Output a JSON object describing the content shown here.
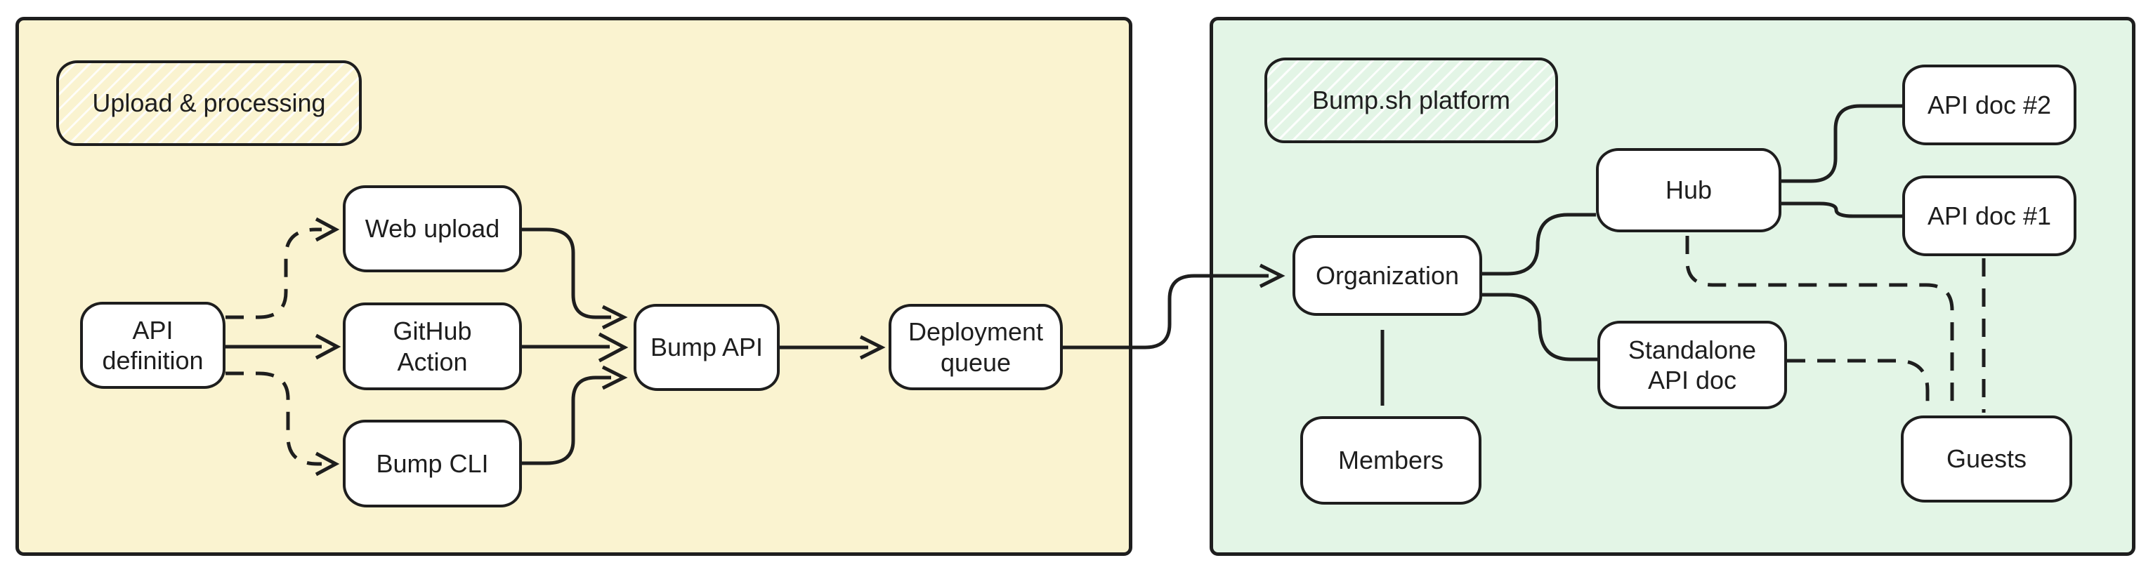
{
  "diagram": {
    "panels": {
      "upload": {
        "label": "Upload & processing"
      },
      "platform": {
        "label": "Bump.sh platform"
      }
    },
    "nodes": {
      "api_definition": {
        "label": "API definition"
      },
      "web_upload": {
        "label": "Web upload"
      },
      "github_action": {
        "label": "GitHub Action"
      },
      "bump_cli": {
        "label": "Bump CLI"
      },
      "bump_api": {
        "label": "Bump API"
      },
      "deployment_queue": {
        "label": "Deployment queue"
      },
      "organization": {
        "label": "Organization"
      },
      "members": {
        "label": "Members"
      },
      "hub": {
        "label": "Hub"
      },
      "api_doc_2": {
        "label": "API doc #2"
      },
      "api_doc_1": {
        "label": "API doc #1"
      },
      "standalone_api_doc": {
        "label": "Standalone API doc"
      },
      "guests": {
        "label": "Guests"
      }
    },
    "edges": [
      {
        "from": "api_definition",
        "to": "web_upload",
        "style": "dashed",
        "arrow": true
      },
      {
        "from": "api_definition",
        "to": "github_action",
        "style": "solid",
        "arrow": true
      },
      {
        "from": "api_definition",
        "to": "bump_cli",
        "style": "dashed",
        "arrow": true
      },
      {
        "from": "web_upload",
        "to": "bump_api",
        "style": "solid",
        "arrow": true
      },
      {
        "from": "github_action",
        "to": "bump_api",
        "style": "solid",
        "arrow": true
      },
      {
        "from": "bump_cli",
        "to": "bump_api",
        "style": "solid",
        "arrow": true
      },
      {
        "from": "bump_api",
        "to": "deployment_queue",
        "style": "solid",
        "arrow": true
      },
      {
        "from": "deployment_queue",
        "to": "organization",
        "style": "solid",
        "arrow": true
      },
      {
        "from": "organization",
        "to": "hub",
        "style": "solid",
        "arrow": false
      },
      {
        "from": "organization",
        "to": "standalone_api_doc",
        "style": "solid",
        "arrow": false
      },
      {
        "from": "organization",
        "to": "members",
        "style": "solid",
        "arrow": false
      },
      {
        "from": "hub",
        "to": "api_doc_2",
        "style": "solid",
        "arrow": false
      },
      {
        "from": "hub",
        "to": "api_doc_1",
        "style": "solid",
        "arrow": false
      },
      {
        "from": "hub",
        "to": "guests",
        "style": "dashed",
        "arrow": false
      },
      {
        "from": "standalone_api_doc",
        "to": "guests",
        "style": "dashed",
        "arrow": false
      },
      {
        "from": "api_doc_1",
        "to": "guests",
        "style": "dashed",
        "arrow": false
      }
    ],
    "colors": {
      "upload_zone_fill": "#faf3d0",
      "platform_zone_fill": "#e3f5e6",
      "stroke": "#1e1e1e",
      "node_fill": "#ffffff",
      "hatch_line": "#ffffff"
    }
  }
}
